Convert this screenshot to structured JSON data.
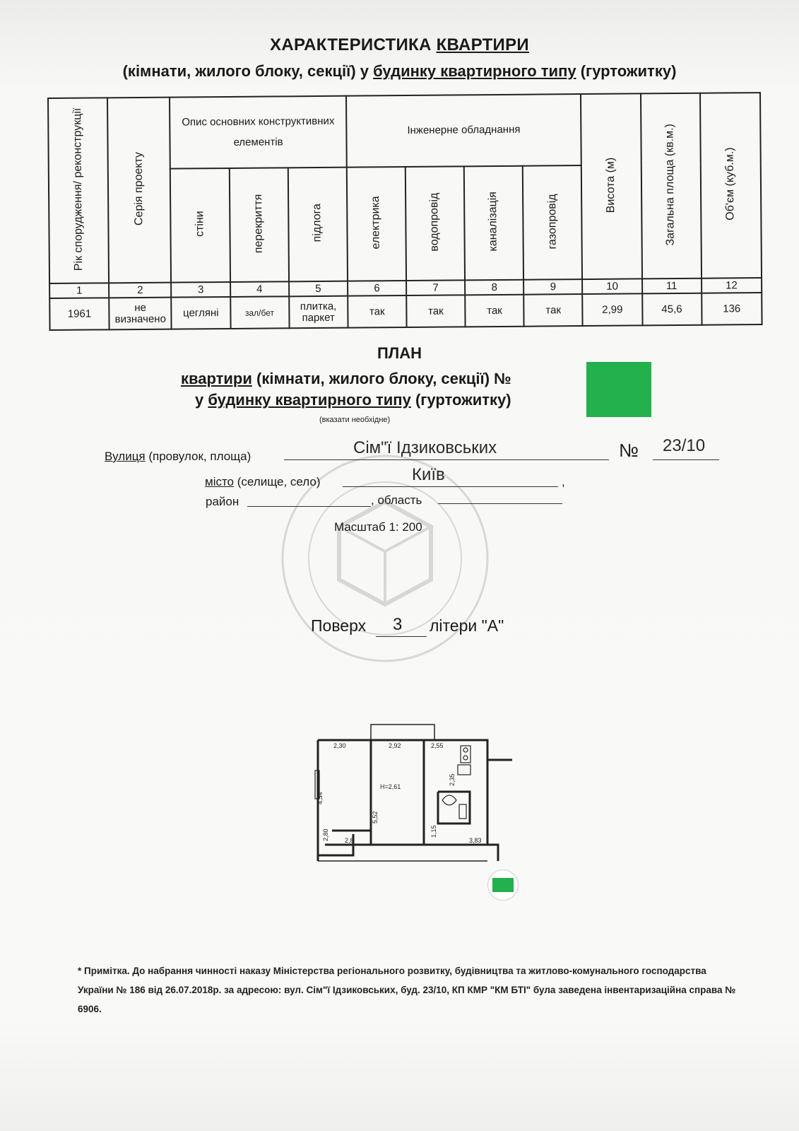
{
  "header": {
    "title_prefix": "ХАРАКТЕРИСТИКА ",
    "title_underlined": "КВАРТИРИ",
    "subtitle_part1": "(кімнати, жилого блоку, секції) у ",
    "subtitle_underlined": "будинку квартирного типу",
    "subtitle_part2": " (гуртожитку)"
  },
  "table": {
    "columns": [
      {
        "label": "Рік спорудження/ реконструкції",
        "num": "1",
        "value": "1961"
      },
      {
        "label": "Серія проекту",
        "num": "2",
        "value": "не визначено"
      },
      {
        "label": "стіни",
        "num": "3",
        "value": "цеглянi"
      },
      {
        "label": "перекриття",
        "num": "4",
        "value": "зал/бет"
      },
      {
        "label": "підлога",
        "num": "5",
        "value": "плитка, паркет"
      },
      {
        "label": "електрика",
        "num": "6",
        "value": "так"
      },
      {
        "label": "водопровід",
        "num": "7",
        "value": "так"
      },
      {
        "label": "каналізація",
        "num": "8",
        "value": "так"
      },
      {
        "label": "газопровід",
        "num": "9",
        "value": "так"
      },
      {
        "label": "Висота (м)",
        "num": "10",
        "value": "2,99"
      },
      {
        "label": "Загальна площа (кв.м.)",
        "num": "11",
        "value": "45,6"
      },
      {
        "label": "Об'єм (куб.м.)",
        "num": "12",
        "value": "136"
      }
    ],
    "group_construct": "Опис основних конструктивних елементів",
    "group_engineering": "Інженерне обладнання"
  },
  "plan": {
    "title": "ПЛАН",
    "line1_underlined": "квартири",
    "line1_rest": " (кімнати, жилого блоку, секції) №",
    "line2_prefix": "у ",
    "line2_underlined": "будинку квартирного типу",
    "line2_rest": " (гуртожитку)",
    "hint": "(вказати необхідне)",
    "street_label_u": "Вулиця",
    "street_label_rest": " (провулок, площа)",
    "street_value": "Сім\"ї  Ідзиковських",
    "number_label": "№",
    "number_value": "23/10",
    "city_label_u": "місто",
    "city_label_rest": " (селище, село)",
    "city_value": "Київ",
    "district_label": "район",
    "region_label": ", область",
    "scale": "Масштаб 1: 200",
    "floor_label": "Поверх",
    "floor_value": "3",
    "letter_label": "літери \"А\""
  },
  "floorplan": {
    "dims": [
      "2,30",
      "2,92",
      "2,55",
      "4,34",
      "5,52",
      "2,35",
      "1,15",
      "2,80",
      "2,8",
      "3,83"
    ],
    "room_height": "Н=2,61"
  },
  "note": {
    "text": "* Примітка.  До набрання чинності  наказу Міністерства регіонального розвитку, будівництва та житлово-комунального господарства України № 186 від 26.07.2018р.  за адресою: вул. Сім\"ї  Ідзиковських, буд. 23/10, КП КМР \"КМ БТІ\" була заведена інвентаризаційна справа № 6906."
  },
  "colors": {
    "redaction": "#22b14c",
    "ink": "#1a1a1a",
    "paper": "#f8f8f6"
  }
}
